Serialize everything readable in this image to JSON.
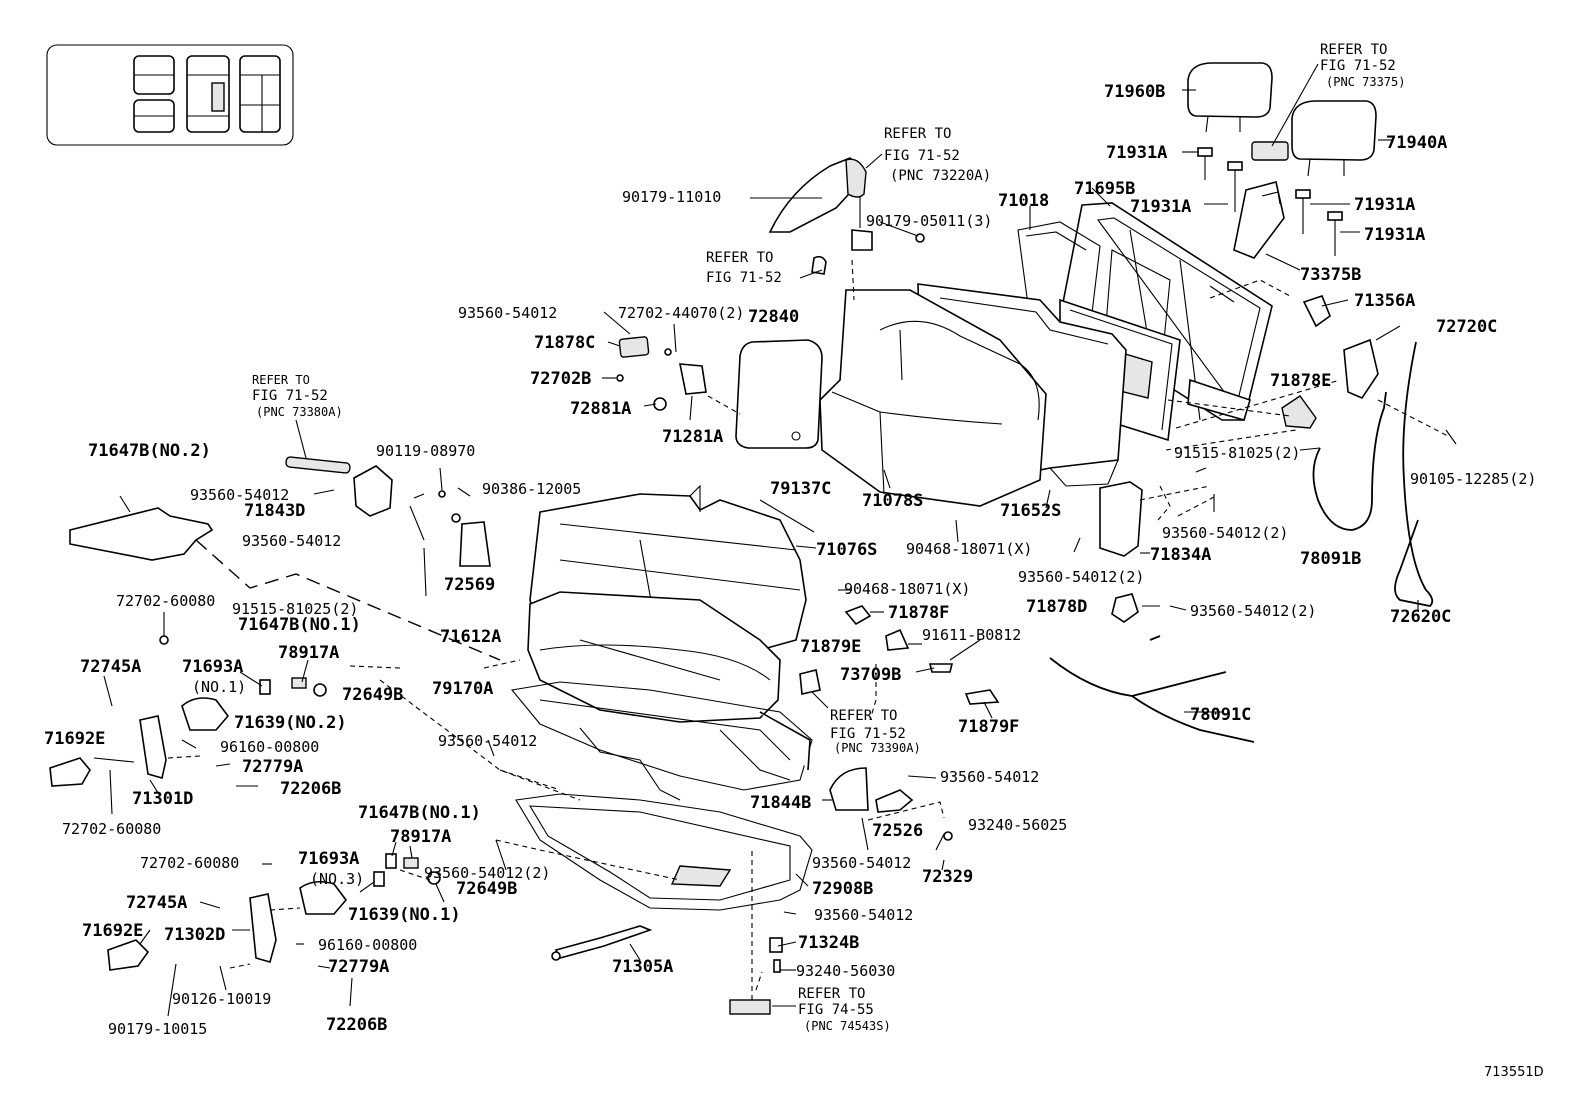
{
  "figure_code": "713551D",
  "labels": {
    "l71960B": "71960B",
    "l71940A": "71940A",
    "l71931A_1": "71931A",
    "l71931A_2": "71931A",
    "l71931A_3": "71931A",
    "l71931A_4": "71931A",
    "l73375B": "73375B",
    "l71695B": "71695B",
    "l71018": "71018",
    "l71356A": "71356A",
    "l72720C": "72720C",
    "l71878E": "71878E",
    "l91515_81025_2a": "91515-81025(2)",
    "l90105_12285_2": "90105-12285(2)",
    "l90179_11010": "90179-11010",
    "l90179_05011_3": "90179-05011(3)",
    "l93560_54012_a": "93560-54012",
    "l72702_44070_2": "72702-44070(2)",
    "l72840": "72840",
    "l71878C": "71878C",
    "l72702B": "72702B",
    "l72881A": "72881A",
    "l71281A": "71281A",
    "l71078S": "71078S",
    "l71652S": "71652S",
    "l93560_54012_2a": "93560-54012(2)",
    "l71834A": "71834A",
    "l78091B": "78091B",
    "l72620C": "72620C",
    "l90468_18071_Xa": "90468-18071(X)",
    "l93560_54012_2b": "93560-54012(2)",
    "l79137C": "79137C",
    "l71076S": "71076S",
    "l90468_18071_Xb": "90468-18071(X)",
    "l71878F": "71878F",
    "l71878D": "71878D",
    "l93560_54012_2c": "93560-54012(2)",
    "l71879E": "71879E",
    "l91611_B0812": "91611-B0812",
    "l73709B": "73709B",
    "l78091C": "78091C",
    "l71879F": "71879F",
    "l71612A": "71612A",
    "l79170A": "79170A",
    "l71647B_NO2": "71647B(NO.2)",
    "l90119_08970": "90119-08970",
    "l90386_12005": "90386-12005",
    "l93560_54012_b": "93560-54012",
    "l71843D": "71843D",
    "l93560_54012_c": "93560-54012",
    "l72569": "72569",
    "l91515_81025_2b": "91515-81025(2)",
    "l72702_60080_a": "72702-60080",
    "l71647B_NO1_a": "71647B(NO.1)",
    "l72745A_a": "72745A",
    "l71693A_a": "71693A",
    "l71693A_NO1": "(NO.1)",
    "l78917A_a": "78917A",
    "l72649B_a": "72649B",
    "l71639_NO2": "71639(NO.2)",
    "l71692E_a": "71692E",
    "l96160_00800_a": "96160-00800",
    "l72779A_a": "72779A",
    "l72206B_a": "72206B",
    "l71301D": "71301D",
    "l72702_60080_b": "72702-60080",
    "l93560_54012_d": "93560-54012",
    "l71844B": "71844B",
    "l93560_54012_e": "93560-54012",
    "l72526": "72526",
    "l93240_56025": "93240-56025",
    "l93560_54012_f": "93560-54012",
    "l72329": "72329",
    "l72908B": "72908B",
    "l93560_54012_g": "93560-54012",
    "l71324B": "71324B",
    "l93240_56030": "93240-56030",
    "l71305A": "71305A",
    "l71647B_NO1_b": "71647B(NO.1)",
    "l78917A_b": "78917A",
    "l93560_54012_2d": "93560-54012(2)",
    "l72649B_b": "72649B",
    "l72702_60080_c": "72702-60080",
    "l71693A_b": "71693A",
    "l71693A_NO3": "(NO.3)",
    "l72745A_b": "72745A",
    "l71639_NO1": "71639(NO.1)",
    "l71692E_b": "71692E",
    "l71302D": "71302D",
    "l96160_00800_b": "96160-00800",
    "l72779A_b": "72779A",
    "l90126_10019": "90126-10019",
    "l90179_10015": "90179-10015",
    "l72206B_b": "72206B"
  },
  "refs": {
    "r1": {
      "l1": "REFER TO",
      "l2": "FIG 71-52",
      "l3": "(PNC 73375)"
    },
    "r2": {
      "l1": "REFER TO",
      "l2": "FIG 71-52",
      "l3": "(PNC 73220A)"
    },
    "r3": {
      "l1": "REFER TO",
      "l2": "FIG 71-52"
    },
    "r4": {
      "l1": "REFER TO",
      "l2": "FIG 71-52",
      "l3": "(PNC 73380A)"
    },
    "r5": {
      "l1": "REFER TO",
      "l2": "FIG 71-52",
      "l3": "(PNC 73390A)"
    },
    "r6": {
      "l1": "REFER TO",
      "l2": "FIG 74-55",
      "l3": "(PNC 74543S)"
    }
  }
}
